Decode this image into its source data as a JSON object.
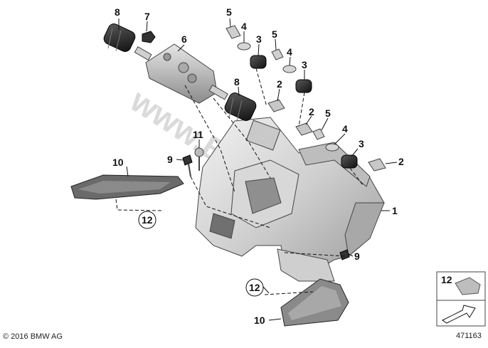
{
  "copyright": "© 2016 BMW AG",
  "diagram_id": "471163",
  "watermark": "www.BMWfans.pl",
  "callouts": [
    {
      "key": "c8a",
      "label": "8"
    },
    {
      "key": "c7",
      "label": "7"
    },
    {
      "key": "c6",
      "label": "6"
    },
    {
      "key": "c5a",
      "label": "5"
    },
    {
      "key": "c4a",
      "label": "4"
    },
    {
      "key": "c3a",
      "label": "3"
    },
    {
      "key": "c5b",
      "label": "5"
    },
    {
      "key": "c4b",
      "label": "4"
    },
    {
      "key": "c3b",
      "label": "3"
    },
    {
      "key": "c8b",
      "label": "8"
    },
    {
      "key": "c2a",
      "label": "2"
    },
    {
      "key": "c2b",
      "label": "2"
    },
    {
      "key": "c5c",
      "label": "5"
    },
    {
      "key": "c4c",
      "label": "4"
    },
    {
      "key": "c3c",
      "label": "3"
    },
    {
      "key": "c2c",
      "label": "2"
    },
    {
      "key": "c11",
      "label": "11"
    },
    {
      "key": "c9a",
      "label": "9"
    },
    {
      "key": "c10a",
      "label": "10"
    },
    {
      "key": "c12a",
      "label": "12"
    },
    {
      "key": "c1",
      "label": "1"
    },
    {
      "key": "c9b",
      "label": "9"
    },
    {
      "key": "c12b",
      "label": "12"
    },
    {
      "key": "c10b",
      "label": "10"
    }
  ],
  "legend": {
    "label": "12"
  }
}
